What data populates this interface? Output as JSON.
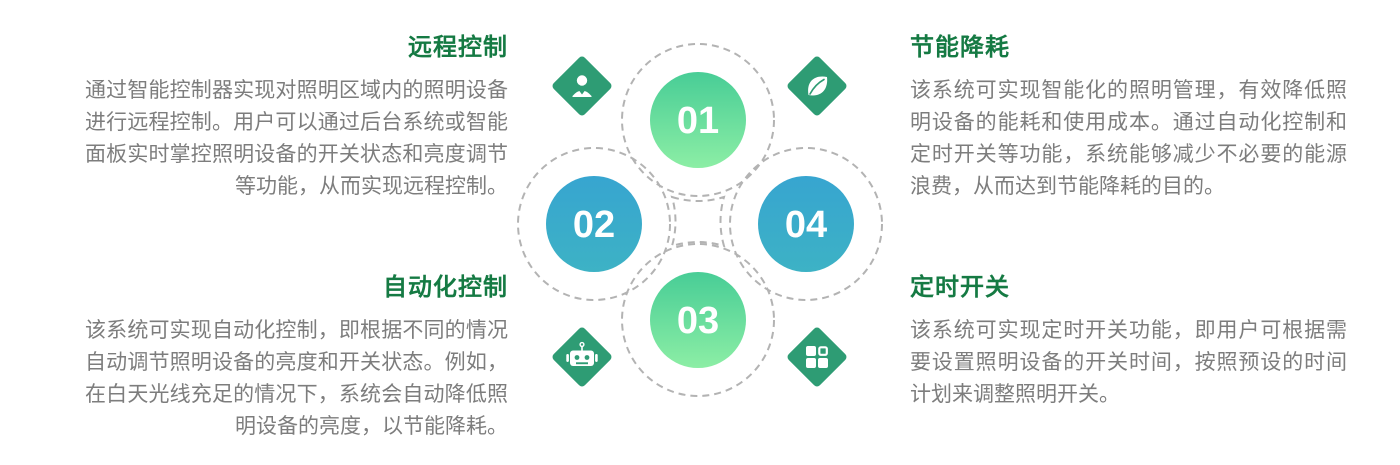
{
  "diagram": {
    "numbers": [
      "01",
      "02",
      "03",
      "04"
    ],
    "icons": [
      "user-icon",
      "leaf-icon",
      "robot-icon",
      "grid-icon"
    ],
    "colors": {
      "green_circle_top": "#48cd96",
      "green_circle_bottom": "#8ceea5",
      "blue_circle_top": "#37a5d0",
      "blue_circle_bottom": "#3db2c5",
      "diamond_green": "#2e9c74",
      "title_green": "#157a43",
      "body_gray": "#7d7d7d",
      "dash_gray": "#b3b3b3",
      "number_white": "#ffffff"
    }
  },
  "sections": [
    {
      "title": "远程控制",
      "body": "通过智能控制器实现对照明区域内的照明设备进行远程控制。用户可以通过后台系统或智能面板实时掌控照明设备的开关状态和亮度调节等功能，从而实现远程控制。"
    },
    {
      "title": "节能降耗",
      "body": "该系统可实现智能化的照明管理，有效降低照明设备的能耗和使用成本。通过自动化控制和定时开关等功能，系统能够减少不必要的能源浪费，从而达到节能降耗的目的。"
    },
    {
      "title": "自动化控制",
      "body": "该系统可实现自动化控制，即根据不同的情况自动调节照明设备的亮度和开关状态。例如，在白天光线充足的情况下，系统会自动降低照明设备的亮度，以节能降耗。"
    },
    {
      "title": "定时开关",
      "body": "该系统可实现定时开关功能，即用户可根据需要设置照明设备的开关时间，按照预设的时间计划来调整照明开关。"
    }
  ]
}
